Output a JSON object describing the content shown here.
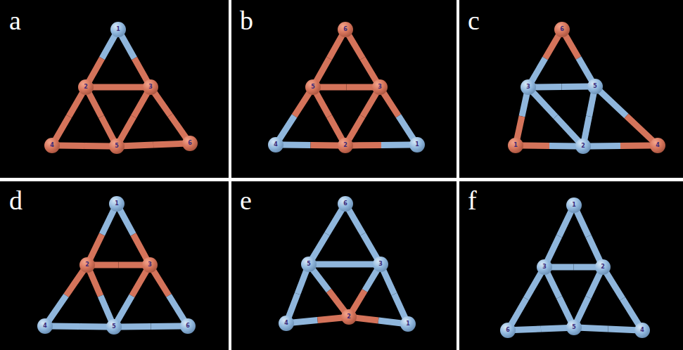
{
  "diagram": {
    "nodes": [
      {
        "text": [
          "1"
        ]
      },
      {
        "text": [
          "2"
        ]
      },
      {
        "text": [
          "3"
        ]
      },
      {
        "text": [
          "4"
        ]
      },
      {
        "text": [
          "5"
        ]
      },
      {
        "text": [
          "6"
        ]
      },
      {
        "text": [
          "6"
        ]
      },
      {
        "text": [
          "5"
        ]
      },
      {
        "text": [
          "3"
        ]
      },
      {
        "text": [
          "4"
        ]
      },
      {
        "text": [
          "2"
        ]
      },
      {
        "text": [
          "1"
        ]
      },
      {
        "text": [
          "6"
        ]
      },
      {
        "text": [
          "3"
        ]
      },
      {
        "text": [
          "5"
        ]
      },
      {
        "text": [
          "1"
        ]
      },
      {
        "text": [
          "2"
        ]
      },
      {
        "text": [
          "4"
        ]
      },
      {
        "text": [
          "1"
        ]
      },
      {
        "text": [
          "2"
        ]
      },
      {
        "text": [
          "3"
        ]
      },
      {
        "text": [
          "4"
        ]
      },
      {
        "text": [
          "5"
        ]
      },
      {
        "text": [
          "6"
        ]
      },
      {
        "text": [
          "6"
        ]
      },
      {
        "text": [
          "5"
        ]
      },
      {
        "text": [
          "3"
        ]
      },
      {
        "text": [
          "4"
        ]
      },
      {
        "text": [
          "2"
        ]
      },
      {
        "text": [
          "1"
        ]
      },
      {
        "text": [
          "1"
        ]
      },
      {
        "text": [
          "3"
        ]
      },
      {
        "text": [
          "2"
        ]
      },
      {
        "text": [
          "6"
        ]
      },
      {
        "text": [
          "5"
        ]
      },
      {
        "text": [
          "4"
        ]
      }
    ],
    "edges": [
      {
        "from": 0,
        "to": 1,
        "arrow": "none"
      },
      {
        "from": 0,
        "to": 2,
        "arrow": "none"
      },
      {
        "from": 1,
        "to": 2,
        "arrow": "none"
      },
      {
        "from": 1,
        "to": 3,
        "arrow": "none"
      },
      {
        "from": 1,
        "to": 4,
        "arrow": "none"
      },
      {
        "from": 2,
        "to": 4,
        "arrow": "none"
      },
      {
        "from": 2,
        "to": 5,
        "arrow": "none"
      },
      {
        "from": 3,
        "to": 4,
        "arrow": "none"
      },
      {
        "from": 4,
        "to": 5,
        "arrow": "none"
      },
      {
        "from": 6,
        "to": 7,
        "arrow": "none"
      },
      {
        "from": 6,
        "to": 8,
        "arrow": "none"
      },
      {
        "from": 7,
        "to": 8,
        "arrow": "none"
      },
      {
        "from": 7,
        "to": 9,
        "arrow": "none"
      },
      {
        "from": 7,
        "to": 10,
        "arrow": "none"
      },
      {
        "from": 8,
        "to": 10,
        "arrow": "none"
      },
      {
        "from": 8,
        "to": 11,
        "arrow": "none"
      },
      {
        "from": 9,
        "to": 10,
        "arrow": "none"
      },
      {
        "from": 10,
        "to": 11,
        "arrow": "none"
      },
      {
        "from": 12,
        "to": 13,
        "arrow": "none"
      },
      {
        "from": 12,
        "to": 14,
        "arrow": "none"
      },
      {
        "from": 13,
        "to": 14,
        "arrow": "none"
      },
      {
        "from": 13,
        "to": 15,
        "arrow": "none"
      },
      {
        "from": 13,
        "to": 16,
        "arrow": "none"
      },
      {
        "from": 14,
        "to": 16,
        "arrow": "none"
      },
      {
        "from": 14,
        "to": 17,
        "arrow": "none"
      },
      {
        "from": 15,
        "to": 16,
        "arrow": "none"
      },
      {
        "from": 16,
        "to": 17,
        "arrow": "none"
      },
      {
        "from": 18,
        "to": 19,
        "arrow": "none"
      },
      {
        "from": 18,
        "to": 20,
        "arrow": "none"
      },
      {
        "from": 19,
        "to": 20,
        "arrow": "none"
      },
      {
        "from": 19,
        "to": 21,
        "arrow": "none"
      },
      {
        "from": 19,
        "to": 22,
        "arrow": "none"
      },
      {
        "from": 20,
        "to": 22,
        "arrow": "none"
      },
      {
        "from": 20,
        "to": 23,
        "arrow": "none"
      },
      {
        "from": 21,
        "to": 22,
        "arrow": "none"
      },
      {
        "from": 22,
        "to": 23,
        "arrow": "none"
      },
      {
        "from": 24,
        "to": 25,
        "arrow": "none"
      },
      {
        "from": 24,
        "to": 26,
        "arrow": "none"
      },
      {
        "from": 25,
        "to": 26,
        "arrow": "none"
      },
      {
        "from": 25,
        "to": 27,
        "arrow": "none"
      },
      {
        "from": 25,
        "to": 28,
        "arrow": "none"
      },
      {
        "from": 26,
        "to": 28,
        "arrow": "none"
      },
      {
        "from": 26,
        "to": 29,
        "arrow": "none"
      },
      {
        "from": 27,
        "to": 28,
        "arrow": "none"
      },
      {
        "from": 28,
        "to": 29,
        "arrow": "none"
      },
      {
        "from": 30,
        "to": 31,
        "arrow": "none"
      },
      {
        "from": 30,
        "to": 32,
        "arrow": "none"
      },
      {
        "from": 31,
        "to": 32,
        "arrow": "none"
      },
      {
        "from": 31,
        "to": 33,
        "arrow": "none"
      },
      {
        "from": 31,
        "to": 34,
        "arrow": "none"
      },
      {
        "from": 32,
        "to": 34,
        "arrow": "none"
      },
      {
        "from": 32,
        "to": 35,
        "arrow": "none"
      },
      {
        "from": 33,
        "to": 34,
        "arrow": "none"
      },
      {
        "from": 34,
        "to": 35,
        "arrow": "none"
      }
    ],
    "labels": [
      "a",
      "b",
      "c",
      "d",
      "e",
      "f"
    ]
  }
}
